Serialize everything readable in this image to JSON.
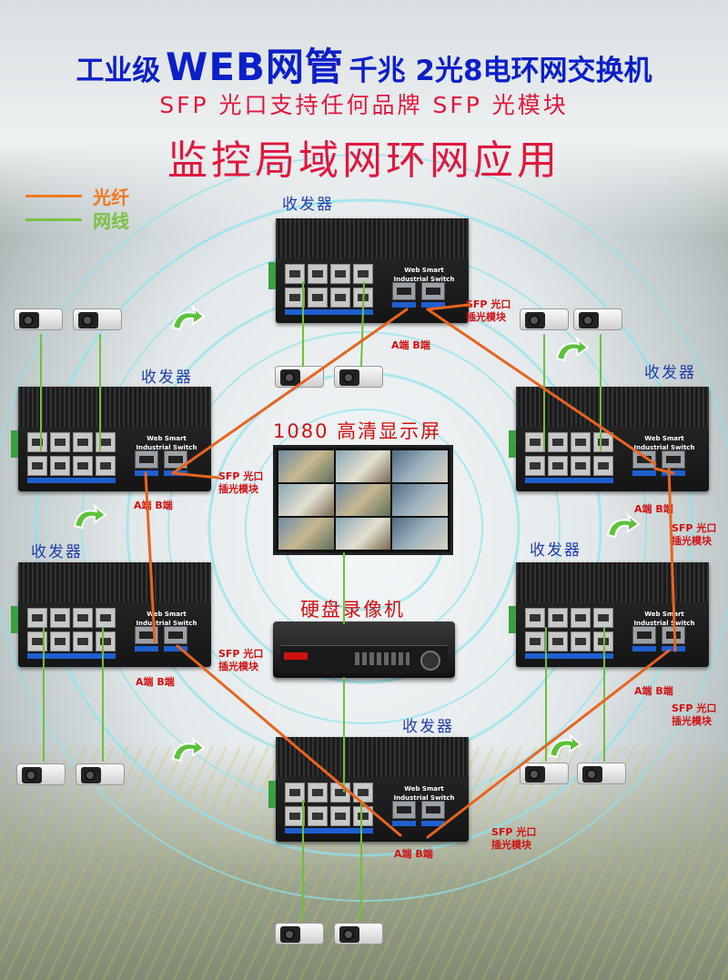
{
  "header": {
    "title_part1": "工业级",
    "title_part2": "WEB网管",
    "title_part3": "千兆 2光8电环网交换机",
    "subtitle": "SFP 光口支持任何品牌 SFP 光模块",
    "application": "监控局域网环网应用"
  },
  "legend": [
    {
      "label": "光纤",
      "color": "#f07820"
    },
    {
      "label": "网线",
      "color": "#7ac142"
    }
  ],
  "colors": {
    "fiber": "#e8641e",
    "cable": "#6fbf3a",
    "title_blue": "#0b20c8",
    "label_red": "#e0173d",
    "ring_cyan": "#8ee3ee"
  },
  "device_label": "收发器",
  "switch_brand": [
    "Web Smart",
    "Industrial Switch"
  ],
  "ports_ab": "A端  B端",
  "sfp_note": [
    "SFP 光口",
    "插光模块"
  ],
  "center": {
    "monitor_label": "1080 高清显示屏",
    "nvr_label": "硬盘录像机"
  },
  "icons": [
    "camera-icon",
    "rotation-arrow-icon",
    "switch-device",
    "monitor-device",
    "nvr-device"
  ]
}
